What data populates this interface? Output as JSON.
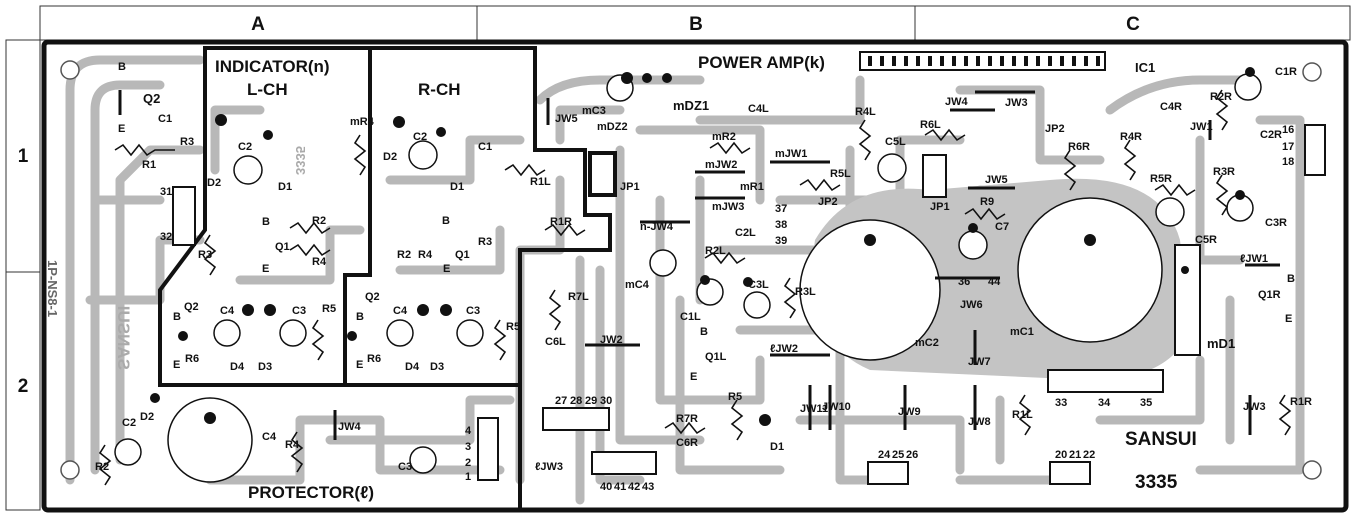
{
  "grid": {
    "columns": [
      "A",
      "B",
      "C"
    ],
    "rows": [
      "1",
      "2"
    ]
  },
  "sections": {
    "indicator": "INDICATOR(n)",
    "left_channel": "L-CH",
    "right_channel": "R-CH",
    "power_amp": "POWER AMP(k)",
    "protector": "PROTECTOR(ℓ)"
  },
  "brand": "SANSUI",
  "model": "3335",
  "board_code": "1P-NS8-1",
  "mirrored_brand": "SANSUI",
  "mirrored_model": "3335",
  "ic_label": "IC1",
  "components": {
    "indicator_l": [
      "Q2",
      "C1",
      "R3",
      "R1",
      "D2",
      "C2",
      "D1",
      "R2",
      "R4",
      "R3",
      "Q1",
      "B",
      "E",
      "C4",
      "C3",
      "D4",
      "D3",
      "R5",
      "R6",
      "Q2",
      "B",
      "E"
    ],
    "indicator_r": [
      "mR4",
      "C2",
      "C1",
      "D2",
      "D1",
      "R2",
      "R3",
      "R4",
      "Q1",
      "B",
      "E",
      "C4",
      "C3",
      "D4",
      "D3",
      "R5",
      "R6",
      "Q2",
      "B",
      "E"
    ],
    "misc_a": [
      "B",
      "E",
      "31",
      "32"
    ],
    "protector": [
      "C2",
      "R2",
      "D2",
      "C4",
      "R4",
      "JW4",
      "C3",
      "4",
      "3",
      "2",
      "1"
    ],
    "center": [
      "JW5",
      "mC3",
      "mDZ2",
      "mDZ1",
      "R1L",
      "JP1",
      "R1R",
      "R7L",
      "C6L",
      "JW2",
      "27",
      "28",
      "29",
      "30",
      "R7R",
      "C6R",
      "ℓJW3",
      "40",
      "41",
      "42",
      "43",
      "R5",
      "D1",
      "ℓJW2",
      "Q1L",
      "B",
      "E"
    ],
    "power": [
      "C4L",
      "mR2",
      "mJW2",
      "mR1",
      "mJW3",
      "mJW1",
      "R5L",
      "R4L",
      "C5L",
      "R6L",
      "JW4",
      "JW3",
      "JP2",
      "JP2",
      "JP1",
      "JW5",
      "R9",
      "C7",
      "n-JW4",
      "C2L",
      "R2L",
      "mC4",
      "C1L",
      "C3L",
      "R3L",
      "37",
      "38",
      "39",
      "36",
      "44",
      "JW6",
      "mC2",
      "mC1",
      "JW7",
      "JW8",
      "JW9",
      "JW10",
      "JW11",
      "R1L",
      "24",
      "25",
      "26",
      "33",
      "34",
      "35",
      "20",
      "21",
      "22"
    ],
    "right": [
      "C1R",
      "R2R",
      "C4R",
      "JW1",
      "C2R",
      "R4R",
      "R6R",
      "R5R",
      "R3R",
      "C3R",
      "C5R",
      "ℓJW1",
      "B",
      "Q1R",
      "E",
      "mD1",
      "JW3",
      "R1R",
      "16",
      "17",
      "18"
    ]
  }
}
